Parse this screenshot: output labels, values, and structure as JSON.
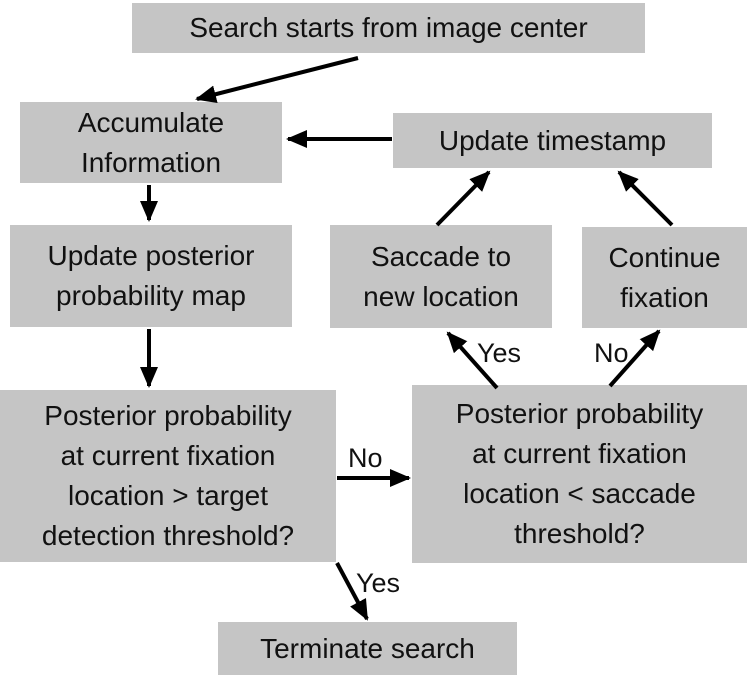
{
  "diagram": {
    "description": "Flowchart of a visual search / fixation decision model",
    "nodes": {
      "start": {
        "label": "Search starts from image center"
      },
      "accumulate": {
        "label": "Accumulate\nInformation"
      },
      "timestamp": {
        "label": "Update timestamp"
      },
      "posterior_map": {
        "label": "Update posterior\nprobability map"
      },
      "saccade": {
        "label": "Saccade to\nnew location"
      },
      "continue": {
        "label": "Continue\nfixation"
      },
      "q_detect": {
        "label": "Posterior probability\nat current fixation\nlocation > target\ndetection threshold?"
      },
      "q_saccade": {
        "label": "Posterior probability\nat current fixation\nlocation < saccade\nthreshold?"
      },
      "terminate": {
        "label": "Terminate search"
      }
    },
    "edge_labels": {
      "detect_no": "No",
      "detect_yes": "Yes",
      "saccade_yes": "Yes",
      "saccade_no": "No"
    },
    "colors": {
      "box_fill": "#c5c5c5",
      "text": "#111111",
      "arrow": "#000000",
      "background": "#ffffff"
    }
  }
}
